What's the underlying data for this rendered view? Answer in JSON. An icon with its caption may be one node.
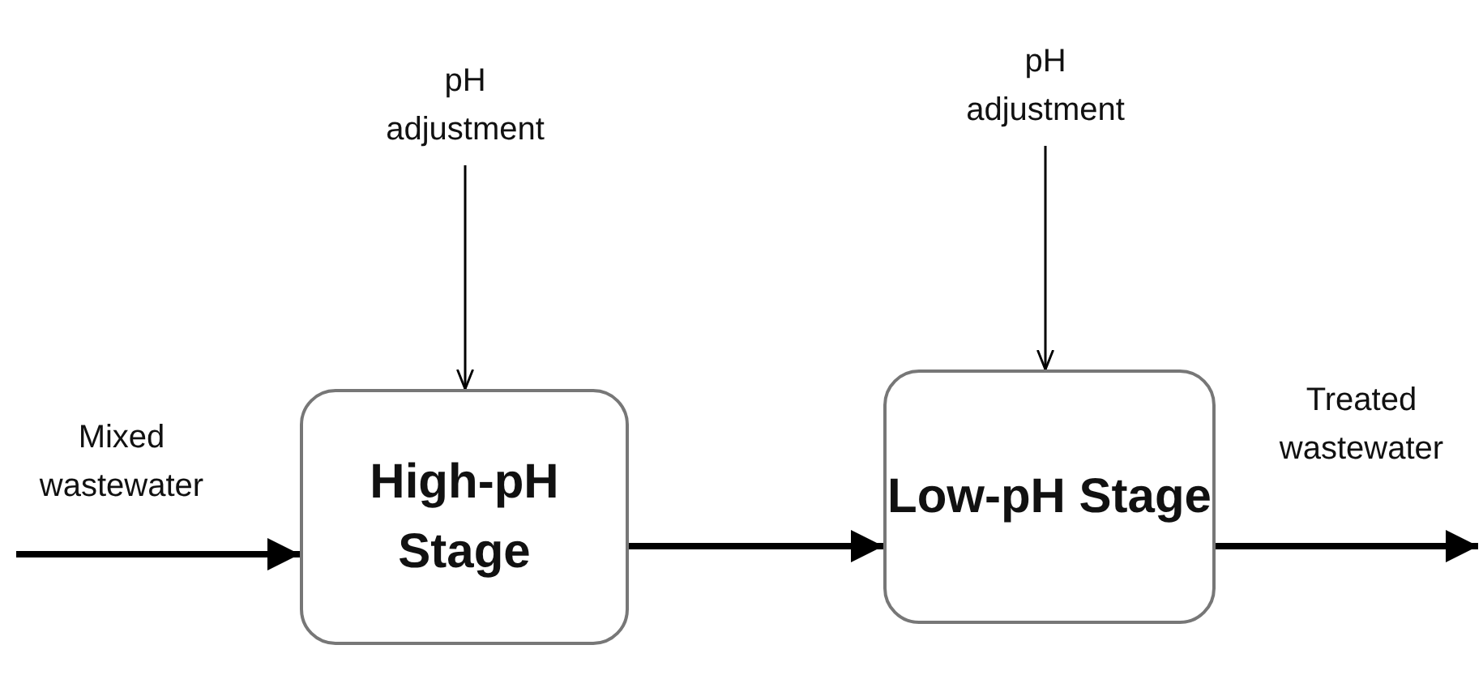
{
  "diagram": {
    "nodes": [
      {
        "text": [
          "pH adjustment"
        ]
      },
      {
        "text": [
          "pH adjustment"
        ]
      },
      {
        "text": [
          "High-pH Stage"
        ]
      },
      {
        "text": [
          "Low-pH Stage"
        ]
      }
    ],
    "edges": [
      {
        "from": 0,
        "to": 2,
        "arrow": "to"
      },
      {
        "from": 1,
        "to": 3,
        "arrow": "to"
      },
      {
        "from": null,
        "to": 2,
        "arrow": "to",
        "label": "Mixed wastewater"
      },
      {
        "from": 2,
        "to": 3,
        "arrow": "to"
      },
      {
        "from": 3,
        "to": null,
        "arrow": "to",
        "label": "Treated wastewater"
      }
    ]
  }
}
